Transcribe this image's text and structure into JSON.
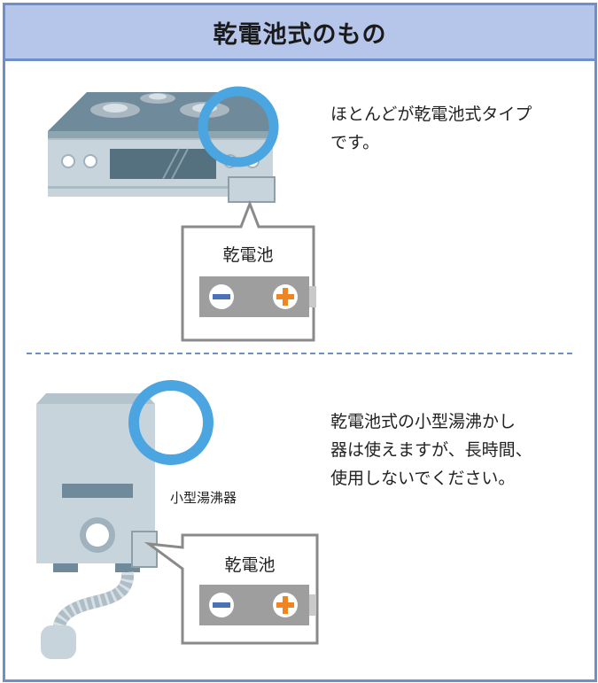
{
  "header": {
    "title": "乾電池式のもの"
  },
  "section1": {
    "description": "ほとんどが乾電池式タイプ\nです。",
    "battery_label": "乾電池",
    "device": "gas-stove-icon"
  },
  "section2": {
    "description": "乾電池式の小型湯沸かし\n器は使えますが、長時間、\n使用しないでください。",
    "battery_label": "乾電池",
    "device_label": "小型湯沸器",
    "device": "water-heater-icon"
  },
  "colors": {
    "frame": "#6e8fc8",
    "header_bg": "#b6c6ea",
    "highlight_ring": "#4aa5e0",
    "battery_minus": "#4b72b8",
    "battery_plus": "#ec8522"
  }
}
